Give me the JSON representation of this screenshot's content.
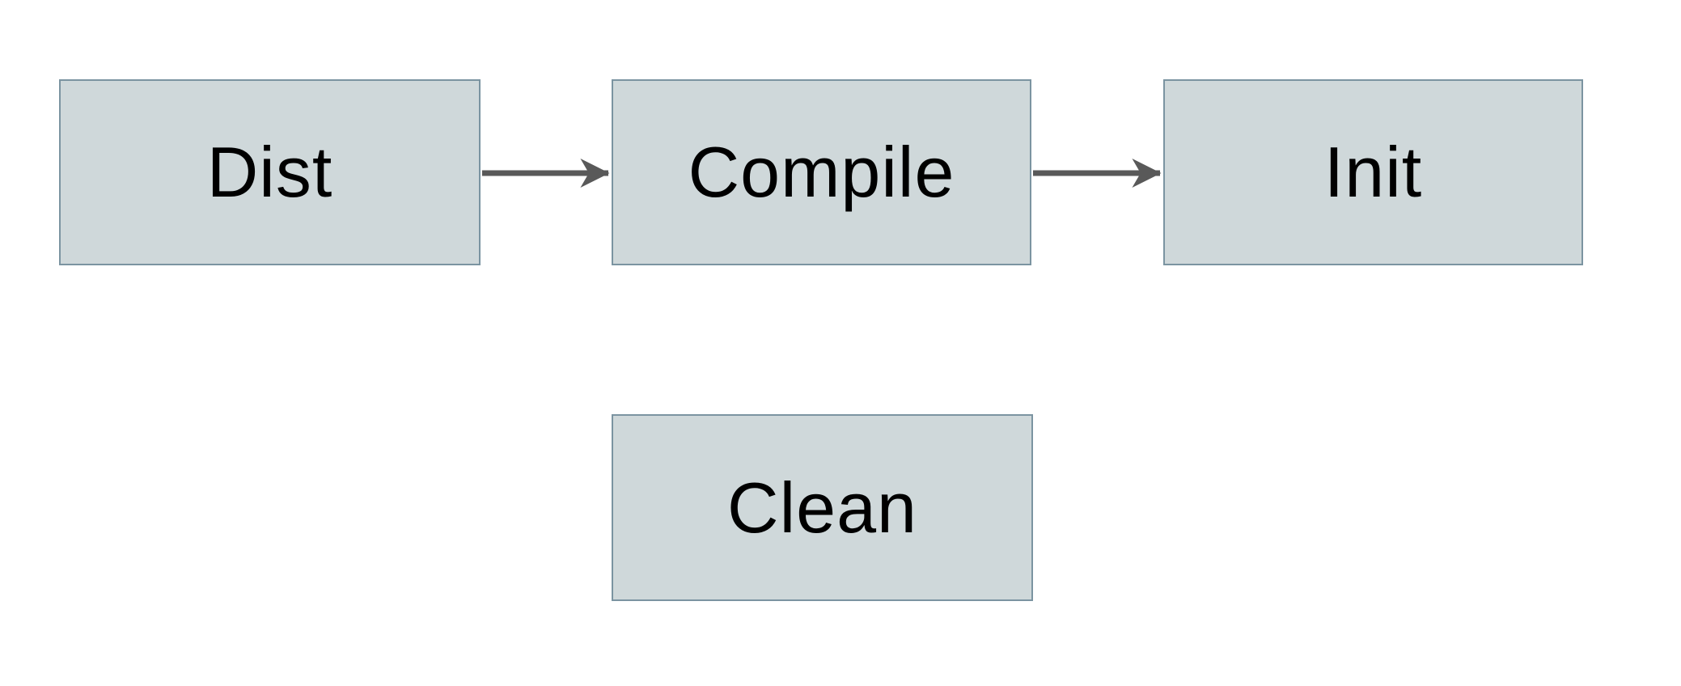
{
  "diagram": {
    "type": "flowchart",
    "background": "#ffffff",
    "colors": {
      "node_fill": "#cfd8da",
      "node_border": "#7b94a1",
      "arrow": "#595959",
      "text": "#000000"
    },
    "nodes": [
      {
        "id": "dist",
        "label": "Dist"
      },
      {
        "id": "compile",
        "label": "Compile"
      },
      {
        "id": "init",
        "label": "Init"
      },
      {
        "id": "clean",
        "label": "Clean"
      }
    ],
    "edges": [
      {
        "from": "dist",
        "to": "compile",
        "name": "dist-to-compile"
      },
      {
        "from": "compile",
        "to": "init",
        "name": "compile-to-init"
      }
    ]
  }
}
